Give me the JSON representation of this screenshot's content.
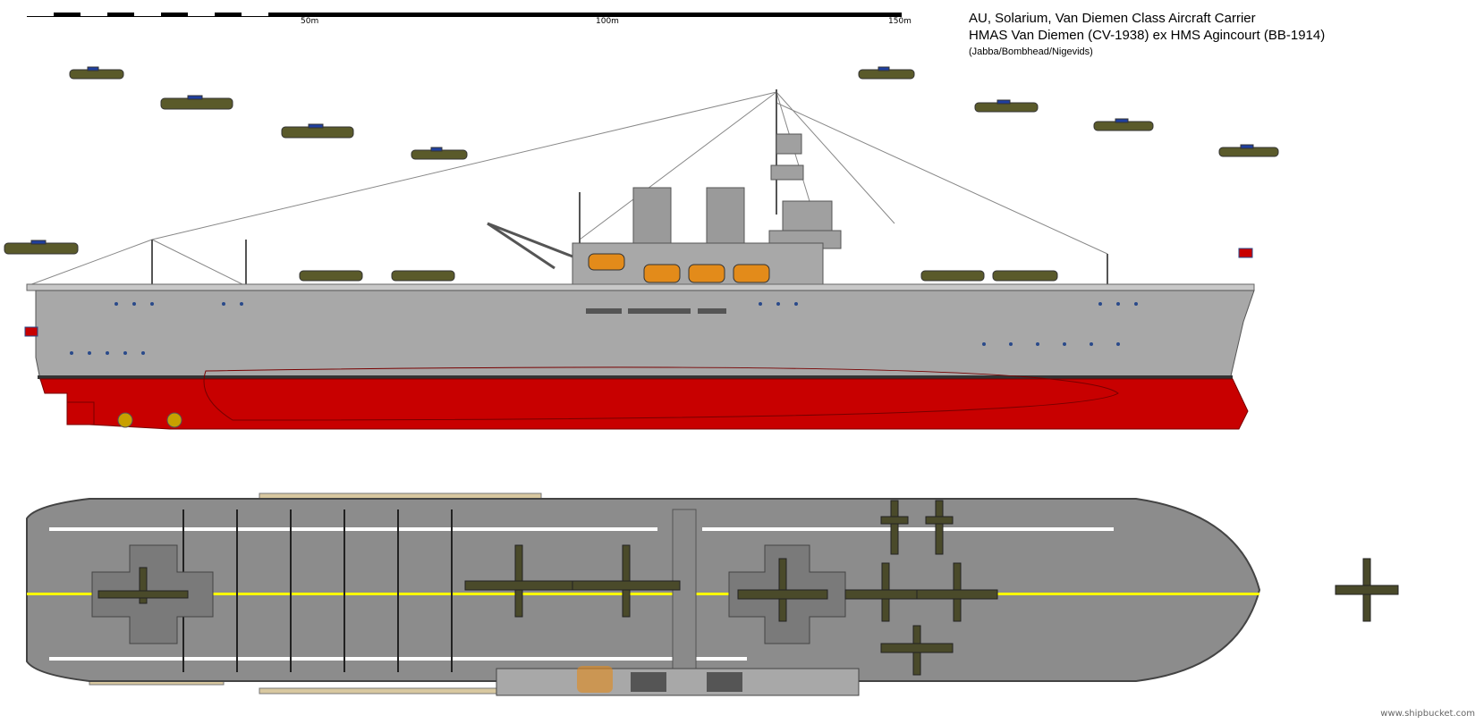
{
  "scale_bar": {
    "ticks": [
      "50m",
      "100m",
      "150m"
    ]
  },
  "title": {
    "line1": "AU, Solarium, Van Diemen Class Aircraft Carrier",
    "line2": "HMAS Van Diemen (CV-1938) ex HMS Agincourt (BB-1914)",
    "line3": "(Jabba/Bombhead/Nigevids)"
  },
  "credit": "www.shipbucket.com",
  "colors": {
    "hull_grey": "#a8a8a8",
    "deck_grey": "#8c8c8c",
    "antifouling_red": "#c80000",
    "deck_line_yellow": "#ffff00",
    "aircraft_olive": "#5a5a2a",
    "roundel_blue": "#1f3f9f"
  }
}
